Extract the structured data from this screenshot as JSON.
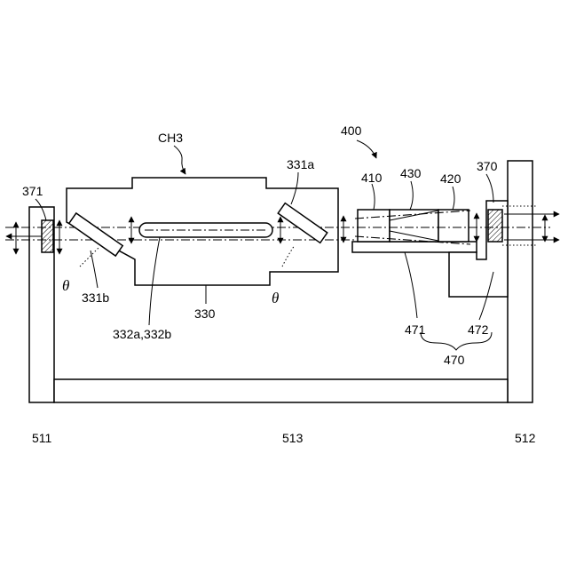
{
  "labels": {
    "ch3": "CH3",
    "l400": "400",
    "l410": "410",
    "l430": "430",
    "l420": "420",
    "l370": "370",
    "l371": "371",
    "l331a": "331a",
    "l331b": "331b",
    "l330": "330",
    "l332": "332a,332b",
    "l471": "471",
    "l472": "472",
    "l470": "470",
    "l511": "511",
    "l513": "513",
    "l512": "512",
    "theta": "θ"
  }
}
